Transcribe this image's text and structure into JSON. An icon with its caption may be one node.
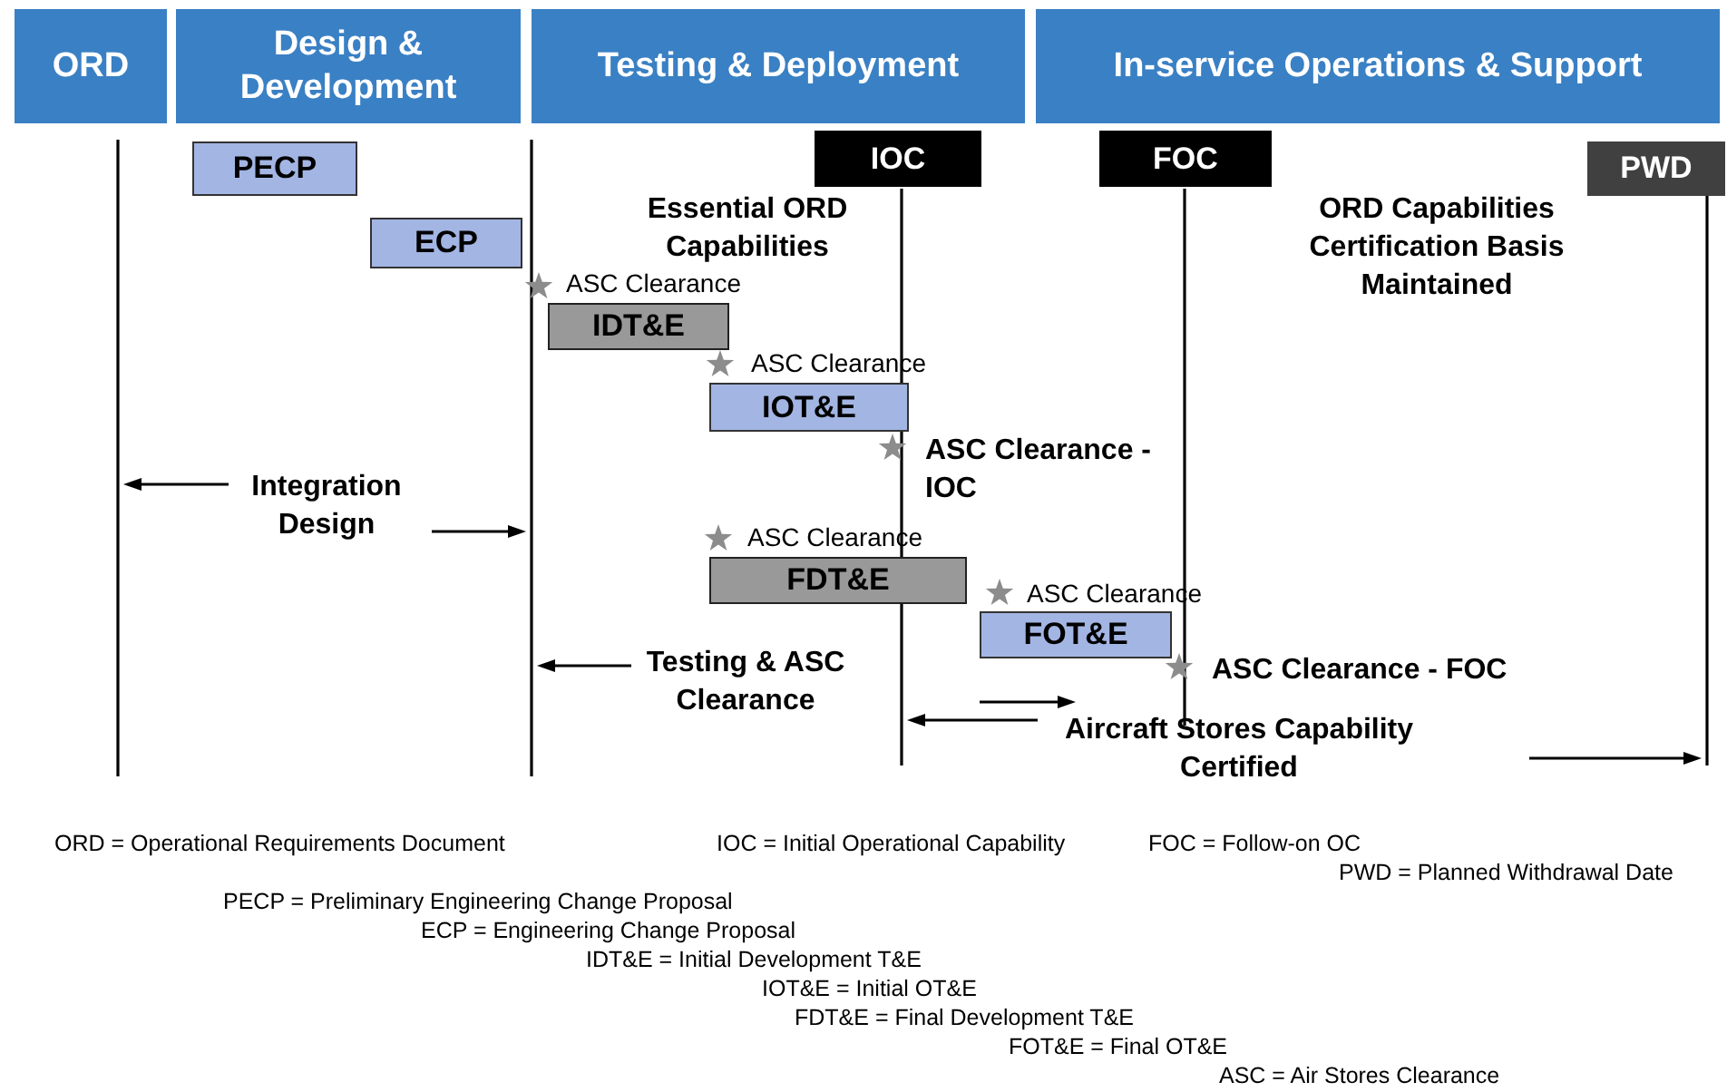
{
  "diagram": {
    "nodes": [
      {
        "text": [
          "ORD"
        ]
      },
      {
        "text": [
          "Design & Development"
        ]
      },
      {
        "text": [
          "Testing & Deployment"
        ]
      },
      {
        "text": [
          "In-service Operations & Support"
        ]
      },
      {
        "text": [
          "PECP"
        ]
      },
      {
        "text": [
          "IOC"
        ]
      },
      {
        "text": [
          "FOC"
        ]
      },
      {
        "text": [
          "PWD"
        ]
      },
      {
        "text": [
          "ECP"
        ]
      },
      {
        "text": [
          "IDT&E"
        ]
      },
      {
        "text": [
          "IOT&E"
        ]
      },
      {
        "text": [
          "FDT&E"
        ]
      },
      {
        "text": [
          "FOT&E"
        ]
      }
    ],
    "labels": [
      "Essential ORD Capabilities",
      "ORD Capabilities Certification Basis Maintained",
      "ASC Clearance",
      "ASC Clearance",
      "ASC Clearance - IOC",
      "Integration Design",
      "ASC Clearance",
      "ASC Clearance",
      "Testing & ASC Clearance",
      "ASC Clearance - FOC",
      "Aircraft Stores Capability Certified",
      "ORD = Operational Requirements Document",
      "IOC = Initial Operational Capability",
      "FOC = Follow-on OC",
      "PWD = Planned Withdrawal Date",
      "PECP = Preliminary Engineering Change Proposal",
      "ECP = Engineering Change Proposal",
      "IDT&E = Initial Development T&E",
      "IOT&E = Initial OT&E",
      "FDT&E = Final Development T&E",
      "FOT&E = Final OT&E",
      "ASC = Air Stores Clearance"
    ]
  }
}
